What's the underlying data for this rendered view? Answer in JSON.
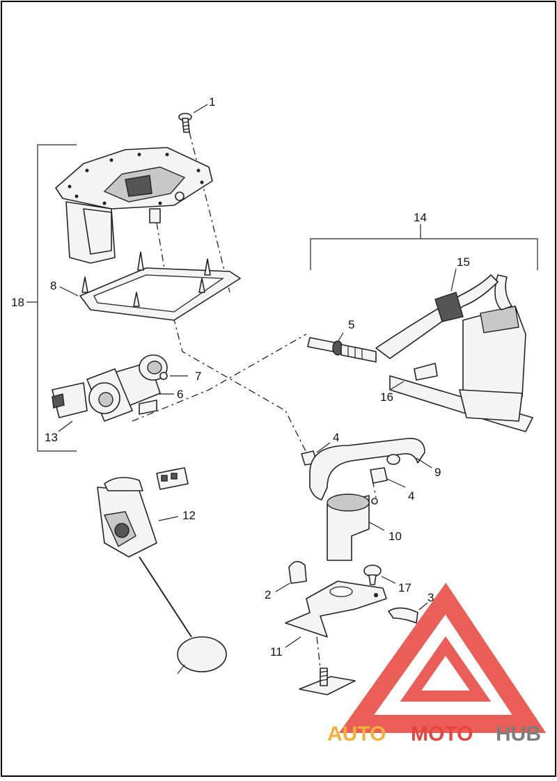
{
  "callouts": {
    "c1": "1",
    "c2": "2",
    "c3": "3",
    "c4a": "4",
    "c4b": "4",
    "c5": "5",
    "c6": "6",
    "c7": "7",
    "c8": "8",
    "c9": "9",
    "c10": "10",
    "c11": "11",
    "c12": "12",
    "c13": "13",
    "c14": "14",
    "c15": "15",
    "c16": "16",
    "c17": "17",
    "c18": "18"
  },
  "watermark": {
    "word_auto": "AUTO",
    "word_moto": "MOTO",
    "word_hub": "HUB",
    "colors": {
      "auto": "#f2b23a",
      "moto": "#e8433c",
      "hub": "#7d7d7d",
      "triangle": "#e8433c"
    }
  },
  "colors": {
    "line": "#222222",
    "background": "#ffffff",
    "frame": "#000000"
  }
}
